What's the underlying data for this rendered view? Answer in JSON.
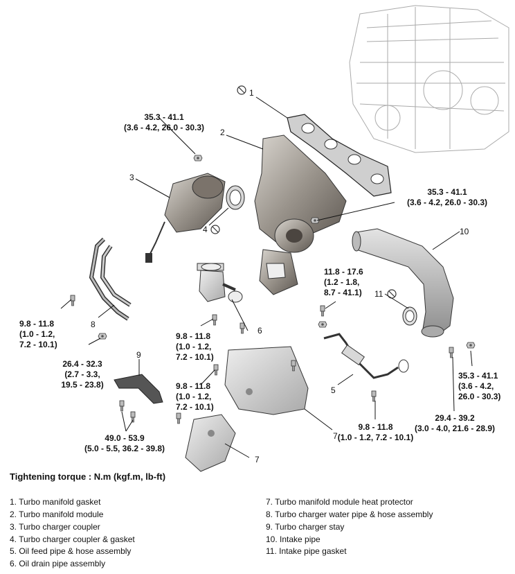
{
  "torque_specs": {
    "t1": "35.3 - 41.1\n(3.6 - 4.2, 26.0 - 30.3)",
    "t2": "35.3 - 41.1\n(3.6 - 4.2, 26.0 - 30.3)",
    "t3": "11.8 - 17.6\n(1.2 - 1.8,\n8.7 - 41.1)",
    "t4": "9.8 - 11.8\n(1.0 - 1.2,\n7.2 - 10.1)",
    "t5": "26.4 - 32.3\n(2.7 - 3.3,\n19.5 - 23.8)",
    "t6": "9.8 - 11.8\n(1.0 - 1.2,\n7.2 - 10.1)",
    "t7": "9.8 - 11.8\n(1.0 - 1.2,\n7.2 - 10.1)",
    "t8": "49.0 - 53.9\n(5.0 - 5.5, 36.2 - 39.8)",
    "t9": "35.3 - 41.1\n(3.6 - 4.2,\n26.0 - 30.3)",
    "t10": "29.4 - 39.2\n(3.0 - 4.0, 21.6 - 28.9)",
    "t11": "9.8 - 11.8\n(1.0 - 1.2, 7.2 - 10.1)"
  },
  "callouts": {
    "c1": "1",
    "c2": "2",
    "c3": "3",
    "c4": "4",
    "c5": "5",
    "c6": "6",
    "c7a": "7",
    "c7b": "7",
    "c8": "8",
    "c9": "9",
    "c10": "10",
    "c11": "11"
  },
  "caption": "Tightening torque : N.m (kgf.m, lb-ft)",
  "legend_left": [
    "1. Turbo manifold gasket",
    "2. Turbo manifold module",
    "3. Turbo charger coupler",
    "4. Turbo charger coupler & gasket",
    "5. Oil feed pipe & hose assembly",
    "6. Oil drain pipe assembly"
  ],
  "legend_right": [
    "7. Turbo manifold module heat protector",
    "8. Turbo charger water pipe & hose assembly",
    "9. Turbo charger stay",
    "10. Intake pipe",
    "11. Intake pipe gasket"
  ],
  "icons": [
    "no-reuse-icon"
  ],
  "colors": {
    "metal": "#9a948c",
    "metal_dark": "#6e6760",
    "heat_shield": "#c9c9c9",
    "line": "#111111"
  }
}
